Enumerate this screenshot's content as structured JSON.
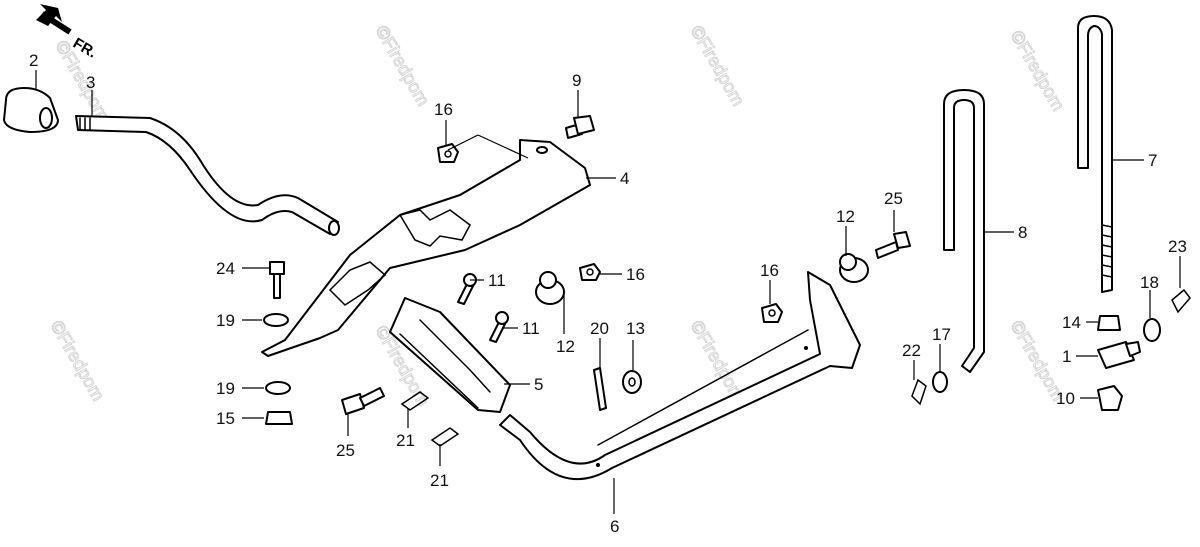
{
  "direction_marker": {
    "label": "FR.",
    "icon": "front-direction-arrow-icon"
  },
  "watermark": "©Firedpom",
  "callouts": {
    "c1": "1",
    "c2": "2",
    "c3": "3",
    "c4": "4",
    "c5": "5",
    "c6": "6",
    "c7": "7",
    "c8": "8",
    "c9": "9",
    "c10": "10",
    "c11a": "11",
    "c11b": "11",
    "c12a": "12",
    "c12b": "12",
    "c13": "13",
    "c14": "14",
    "c15": "15",
    "c16a": "16",
    "c16b": "16",
    "c16c": "16",
    "c17": "17",
    "c18": "18",
    "c19a": "19",
    "c19b": "19",
    "c20": "20",
    "c21a": "21",
    "c21b": "21",
    "c22": "22",
    "c23": "23",
    "c24": "24",
    "c25a": "25",
    "c25b": "25"
  },
  "colors": {
    "line": "#000000",
    "background": "#ffffff",
    "watermark": "#d6d6d6"
  }
}
